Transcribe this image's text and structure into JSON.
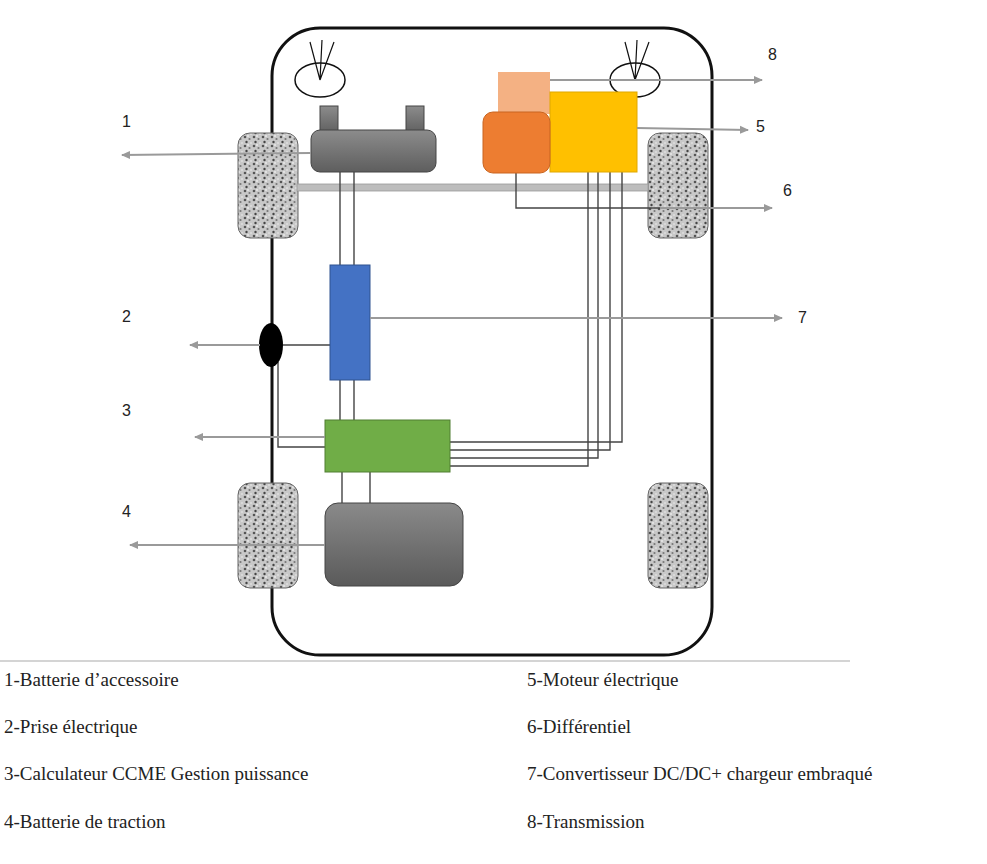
{
  "diagram": {
    "labels": [
      "8",
      "1",
      "5",
      "6",
      "2",
      "7",
      "3",
      "4",
      "1-Batterie d’accessoire",
      "5-Moteur électrique",
      "2-Prise électrique",
      "6-Différentiel",
      "3-Calculateur CCME Gestion puissance",
      "7-Convertisseur DC/DC+ chargeur embraqué",
      "4-Batterie de traction",
      "8-Transmission"
    ]
  }
}
